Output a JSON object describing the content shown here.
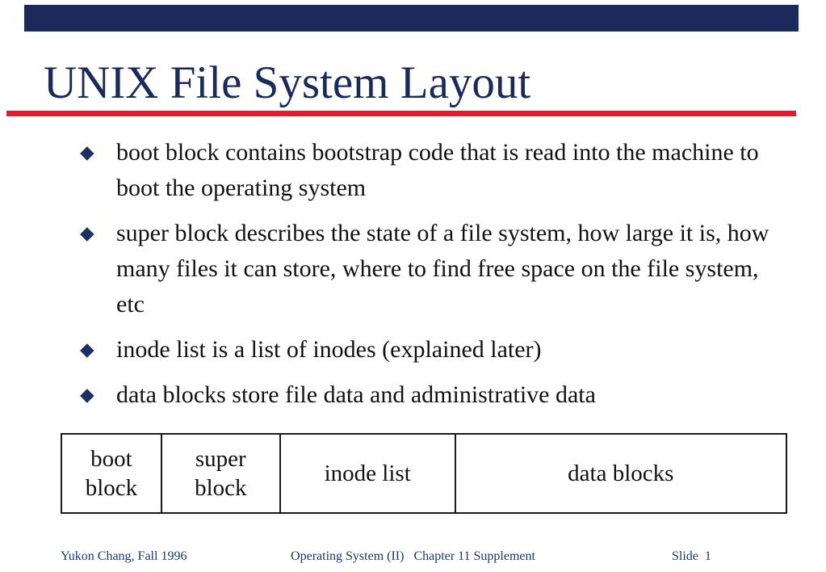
{
  "slide": {
    "title": "UNIX File System Layout",
    "bullet_glyph": "◆",
    "bullets": [
      "boot block contains bootstrap code that is read into the machine to boot the operating system",
      "super block describes the state of a file system, how large it is, how many files it can store, where to find free space on the file system, etc",
      "inode list is a list of inodes (explained later)",
      "data blocks store file data and administrative data"
    ],
    "disk_layout": {
      "cells": [
        "boot block",
        "super block",
        "inode list",
        "data blocks"
      ]
    },
    "footer": {
      "author": "Yukon Chang, Fall 1996",
      "course": "Operating System (II)   Chapter 11 Supplement",
      "slide_number": "Slide  1"
    },
    "colors": {
      "navy": "#1b2a5b",
      "accent_red": "#e8182d",
      "body_text": "#121212",
      "footer_text": "#1f3864"
    }
  }
}
